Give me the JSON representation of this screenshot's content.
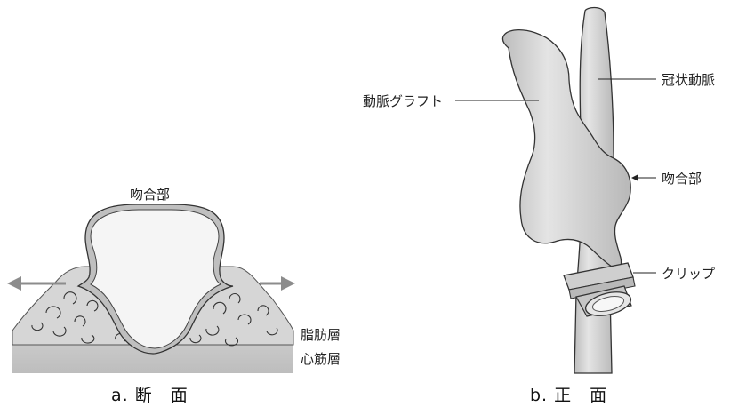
{
  "panel_a": {
    "caption": "a. 断　面",
    "anastomosis_label": "吻合部",
    "fat_layer_label": "脂肪層",
    "myocardium_label": "心筋層"
  },
  "panel_b": {
    "caption": "b. 正　面",
    "arterial_graft_label": "動脈グラフト",
    "coronary_artery_label": "冠状動脈",
    "anastomosis_label": "吻合部",
    "clip_label": "クリップ"
  },
  "colors": {
    "vessel_fill": "#d2d2d2",
    "outline": "#444444",
    "arrow": "#8c8c8c",
    "myocardium": "#c4c4c4",
    "lumen": "#f4f4f4"
  }
}
